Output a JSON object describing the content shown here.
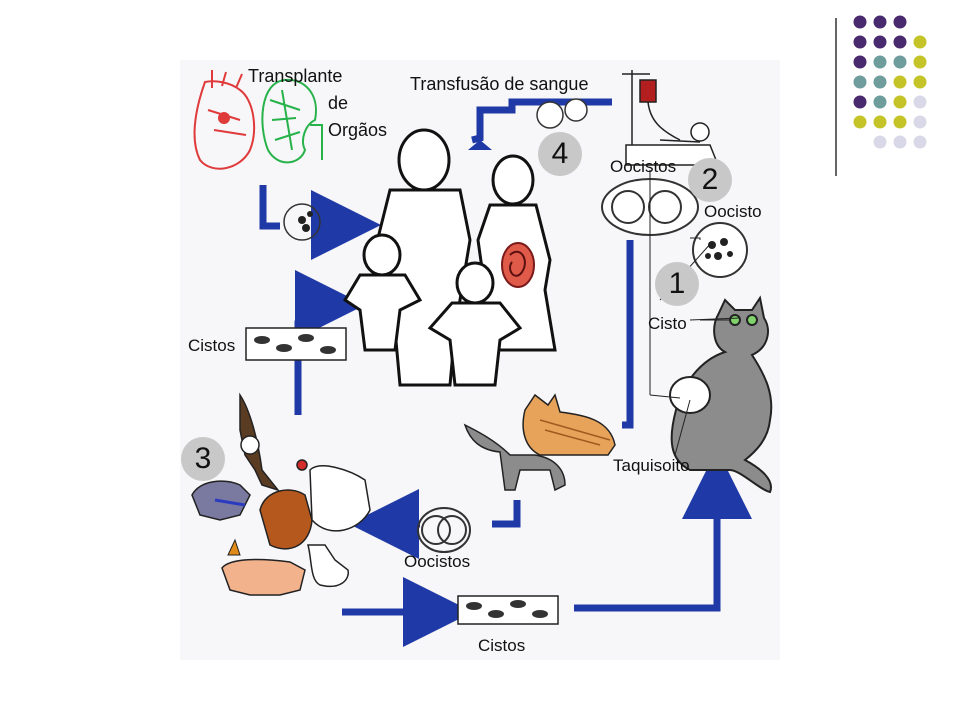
{
  "labels": {
    "transplante": "Transplante",
    "de": "de",
    "orgaos": "Orgãos",
    "transfusao": "Transfusão de sangue",
    "oocistos_top": "Oocistos",
    "oocisto": "Oocisto",
    "cisto": "Cisto",
    "cistos_left": "Cistos",
    "taquisoito": "Taquisoito",
    "oocistos_bottom": "Oocistos",
    "cistos_bottom": "Cistos"
  },
  "badges": {
    "one": "1",
    "two": "2",
    "three": "3",
    "four": "4"
  },
  "colors": {
    "arrow": "#1f3aa6",
    "badge": "#c8c8c8",
    "heart": "#e03b3b",
    "kidney": "#27b24a",
    "cat_gray": "#8c8c8c",
    "cat_orange": "#e8a35a",
    "dots": [
      "#4a2a6e",
      "#6f9c9c",
      "#c4c428",
      "#d8d8e8"
    ]
  },
  "icons": [
    "heart-icon",
    "kidney-icon",
    "blood-bag-icon",
    "family-icon",
    "fetus-icon",
    "gray-cat-icon",
    "orange-cat-icon",
    "eagle-icon",
    "chicken-icon",
    "pig-icon",
    "dog-icon",
    "goose-icon",
    "tissue-cyst-icon",
    "oocyst-icon"
  ]
}
